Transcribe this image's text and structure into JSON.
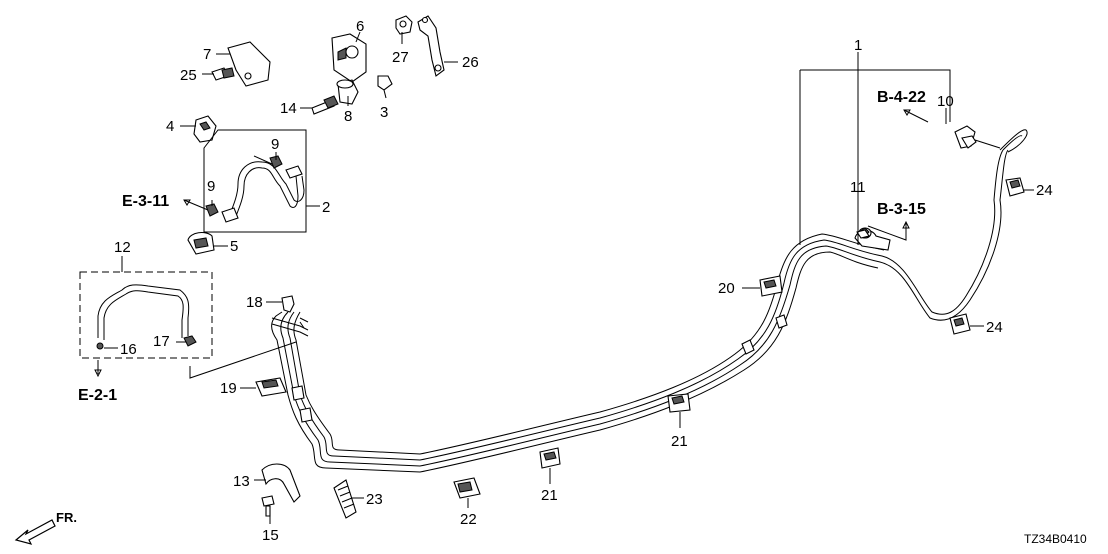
{
  "diagram_code": "TZ34B0410",
  "front_label": "FR.",
  "refs": {
    "b422": "B-4-22",
    "b315": "B-3-15",
    "e311": "E-3-11",
    "e21": "E-2-1"
  },
  "parts": {
    "p1": "1",
    "p2": "2",
    "p3": "3",
    "p4": "4",
    "p5": "5",
    "p6": "6",
    "p7": "7",
    "p8": "8",
    "p9a": "9",
    "p9b": "9",
    "p10": "10",
    "p11": "11",
    "p12": "12",
    "p13": "13",
    "p14": "14",
    "p15": "15",
    "p16": "16",
    "p17": "17",
    "p18": "18",
    "p19": "19",
    "p20": "20",
    "p21a": "21",
    "p21b": "21",
    "p22": "22",
    "p23": "23",
    "p24a": "24",
    "p24b": "24",
    "p25": "25",
    "p26": "26",
    "p27": "27"
  }
}
